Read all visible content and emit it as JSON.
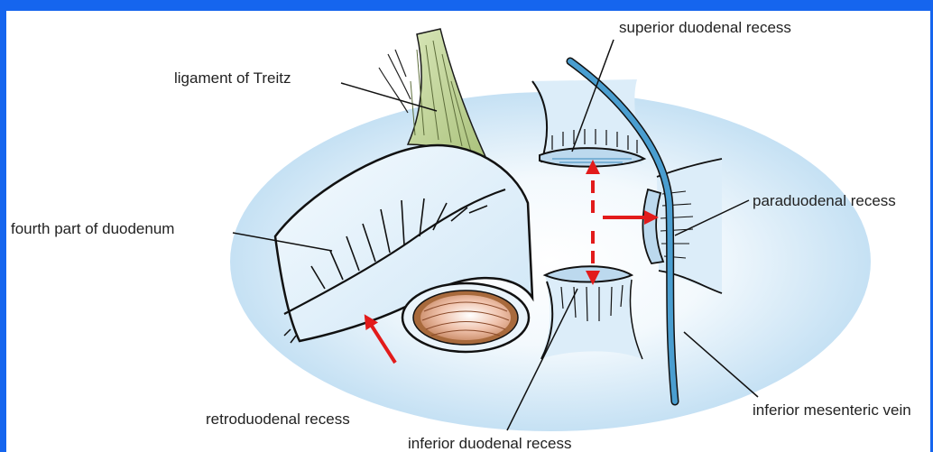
{
  "colors": {
    "frame": "#1565ee",
    "background_oval": "#cfe6f7",
    "duodenum_fill": "#e4f2fb",
    "ligament_fill": "#c7d9a2",
    "lumen_outer": "#a86a3c",
    "lumen_inner": "#f1c7b2",
    "vein": "#4a9ed0",
    "arrow": "#e21b1b",
    "line": "#111111"
  },
  "labels": {
    "ligament_of_treitz": "ligament of Treitz",
    "fourth_part_of_duodenum": "fourth part of duodenum",
    "retroduodenal_recess": "retroduodenal recess",
    "superior_duodenal_recess": "superior duodenal recess",
    "paraduodenal_recess": "paraduodenal recess",
    "inferior_duodenal_recess": "inferior duodenal recess",
    "inferior_mesenteric_vein": "inferior mesenteric vein"
  }
}
